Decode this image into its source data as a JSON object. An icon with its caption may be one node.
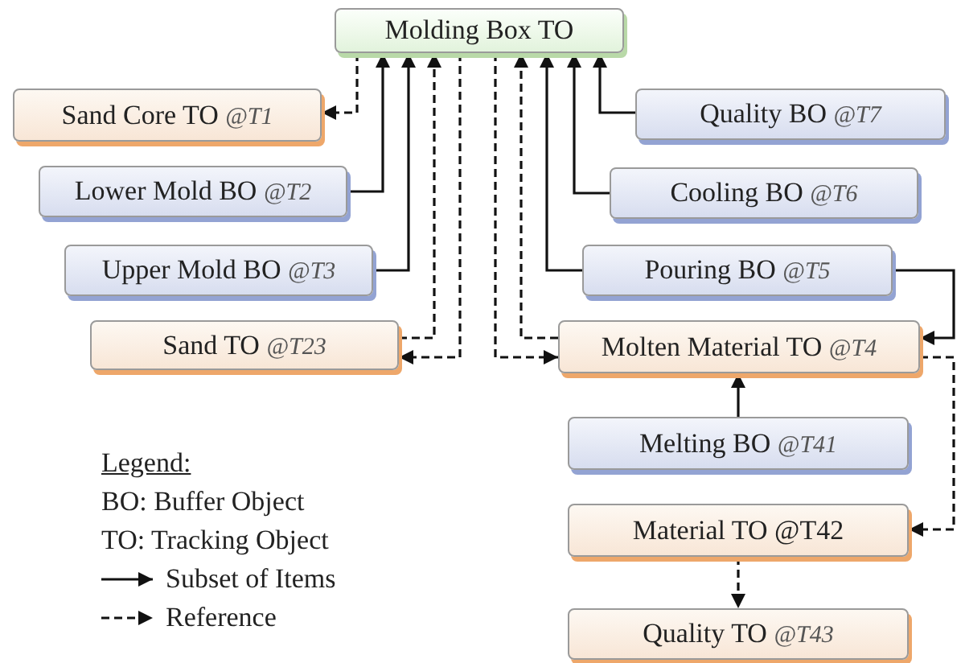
{
  "diagram": {
    "nodes": [
      {
        "text": [
          "Molding Box TO"
        ]
      },
      {
        "text": [
          "Sand Core TO *@T1*"
        ]
      },
      {
        "text": [
          "Quality BO *@T7*"
        ]
      },
      {
        "text": [
          "Lower Mold BO *@T2*"
        ]
      },
      {
        "text": [
          "Cooling BO *@T6*"
        ]
      },
      {
        "text": [
          "Upper Mold BO *@T3*"
        ]
      },
      {
        "text": [
          "Pouring BO *@T5*"
        ]
      },
      {
        "text": [
          "Sand TO *@T23*"
        ]
      },
      {
        "text": [
          "Molten Material TO *@T4*"
        ]
      },
      {
        "text": [
          "Melting BO *@T41*"
        ]
      },
      {
        "text": [
          "Material TO @T42"
        ]
      },
      {
        "text": [
          "Quality TO *@T43*"
        ]
      }
    ],
    "edges": [
      {
        "from": 0,
        "to": 1,
        "arrow": "to",
        "style": "dashed"
      },
      {
        "from": 3,
        "to": 0,
        "arrow": "to"
      },
      {
        "from": 5,
        "to": 0,
        "arrow": "to"
      },
      {
        "from": 7,
        "to": 0,
        "arrow": "to",
        "style": "dashed"
      },
      {
        "from": 0,
        "to": 7,
        "arrow": "to",
        "style": "dashed"
      },
      {
        "from": 0,
        "to": 8,
        "arrow": "to",
        "style": "dashed"
      },
      {
        "from": 8,
        "to": 0,
        "arrow": "to",
        "style": "dashed"
      },
      {
        "from": 6,
        "to": 0,
        "arrow": "to"
      },
      {
        "from": 4,
        "to": 0,
        "arrow": "to"
      },
      {
        "from": 2,
        "to": 0,
        "arrow": "to"
      },
      {
        "from": 6,
        "to": 8,
        "arrow": "to"
      },
      {
        "from": 9,
        "to": 8,
        "arrow": "to"
      },
      {
        "from": 8,
        "to": 10,
        "arrow": "to",
        "style": "dashed"
      },
      {
        "from": 10,
        "to": 11,
        "arrow": "to",
        "style": "dashed"
      }
    ],
    "labels": [
      "Legend:",
      "BO: Buffer Object",
      "TO: Tracking Object"
    ],
    "legend": [
      {
        "text": "Subset of Items"
      },
      {
        "text": "Reference"
      }
    ]
  }
}
